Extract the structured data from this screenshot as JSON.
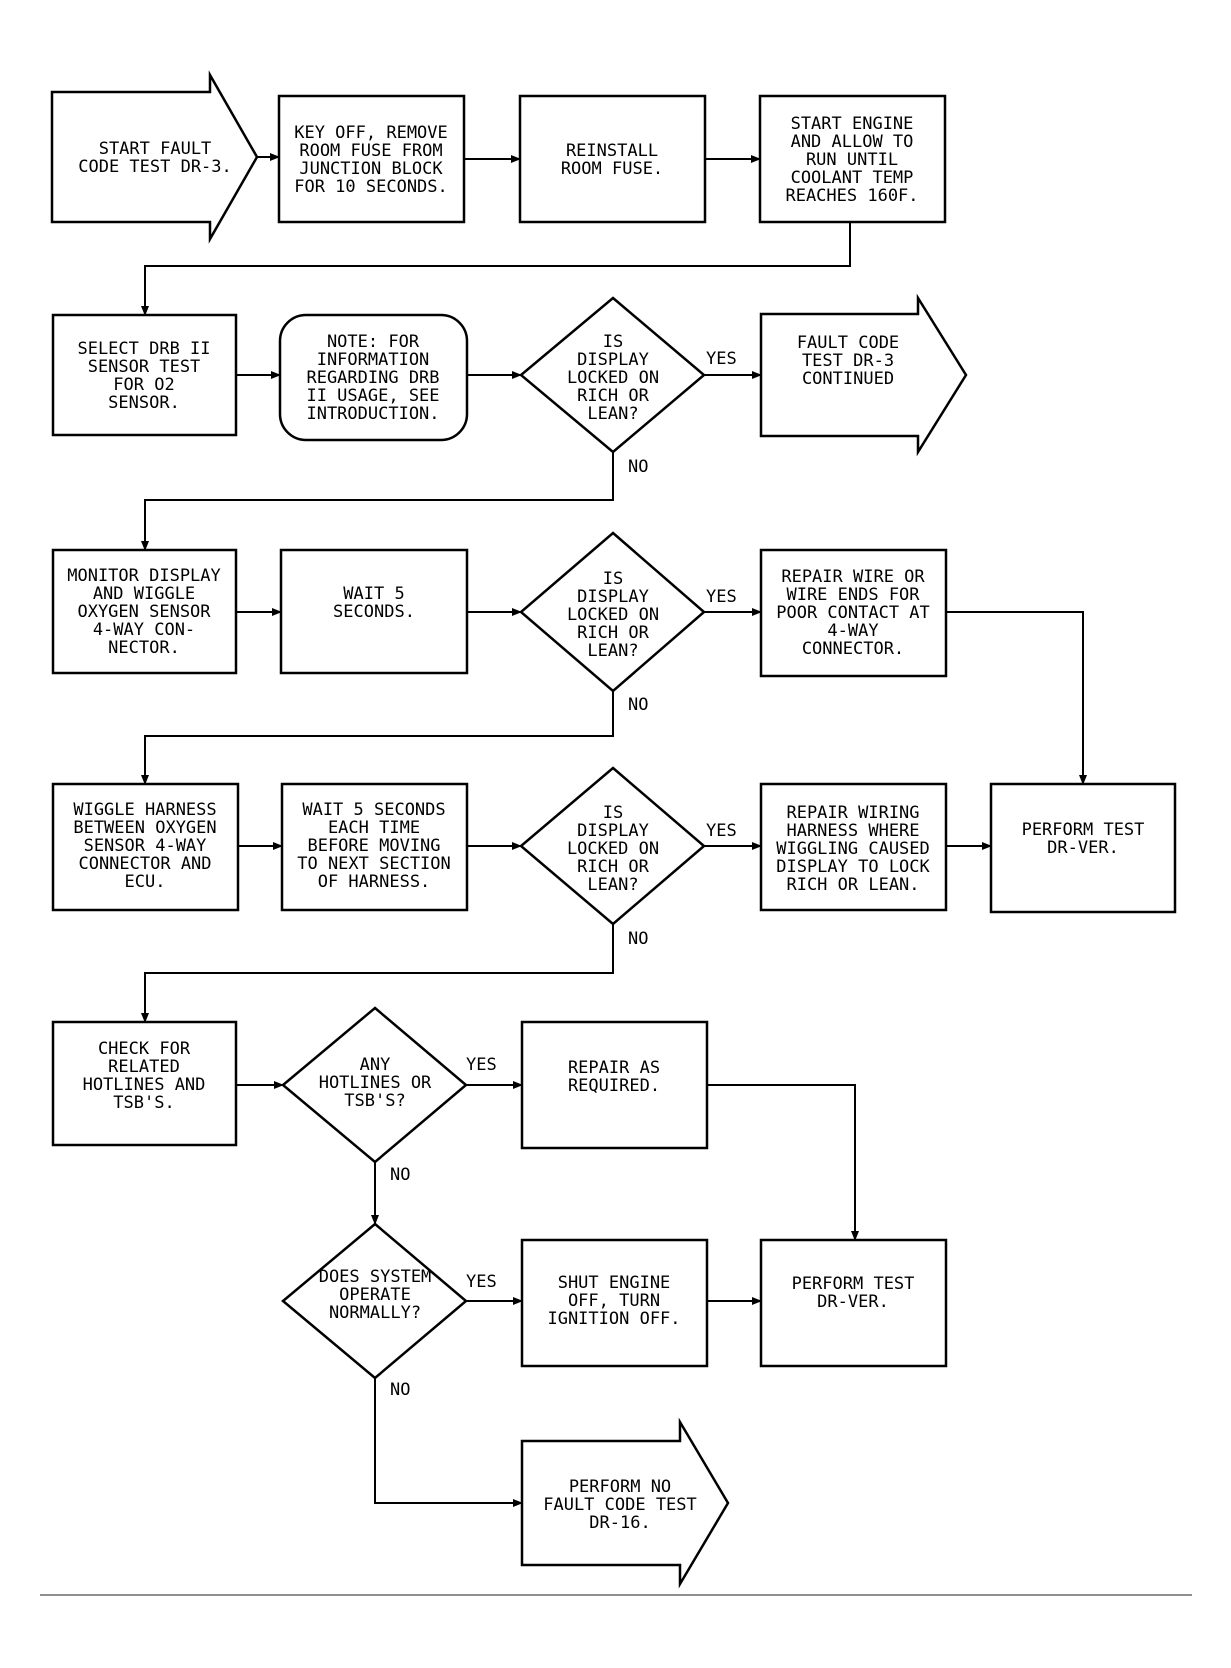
{
  "nodes": {
    "start": {
      "lines": [
        "START FAULT",
        "CODE TEST DR-3."
      ]
    },
    "key_off": {
      "lines": [
        "KEY OFF, REMOVE",
        "ROOM FUSE FROM",
        "JUNCTION BLOCK",
        "FOR 10 SECONDS."
      ]
    },
    "reinstall": {
      "lines": [
        "REINSTALL",
        "ROOM FUSE."
      ]
    },
    "start_engine": {
      "lines": [
        "START ENGINE",
        "AND ALLOW TO",
        "RUN UNTIL",
        "COOLANT TEMP",
        "REACHES 160F."
      ]
    },
    "select_drb": {
      "lines": [
        "SELECT DRB II",
        "SENSOR TEST",
        "FOR O2",
        "SENSOR."
      ]
    },
    "note": {
      "lines": [
        "NOTE: FOR",
        "INFORMATION",
        "REGARDING DRB",
        "II USAGE, SEE",
        "INTRODUCTION."
      ]
    },
    "dec1": {
      "lines": [
        "IS",
        "DISPLAY",
        "LOCKED ON",
        "RICH OR",
        "LEAN?"
      ]
    },
    "continued": {
      "lines": [
        "FAULT CODE",
        "TEST DR-3",
        "CONTINUED"
      ]
    },
    "monitor": {
      "lines": [
        "MONITOR DISPLAY",
        "AND WIGGLE",
        "OXYGEN SENSOR",
        "4-WAY CON-",
        "NECTOR."
      ]
    },
    "wait5": {
      "lines": [
        "WAIT 5",
        "SECONDS."
      ]
    },
    "dec2": {
      "lines": [
        "IS",
        "DISPLAY",
        "LOCKED ON",
        "RICH OR",
        "LEAN?"
      ]
    },
    "repair_wire": {
      "lines": [
        "REPAIR WIRE OR",
        "WIRE ENDS FOR",
        "POOR CONTACT AT",
        "4-WAY",
        "CONNECTOR."
      ]
    },
    "wiggle": {
      "lines": [
        "WIGGLE HARNESS",
        "BETWEEN OXYGEN",
        "SENSOR 4-WAY",
        "CONNECTOR AND",
        "ECU."
      ]
    },
    "wait_each": {
      "lines": [
        "WAIT 5 SECONDS",
        "EACH TIME",
        "BEFORE MOVING",
        "TO NEXT SECTION",
        "OF HARNESS."
      ]
    },
    "dec3": {
      "lines": [
        "IS",
        "DISPLAY",
        "LOCKED ON",
        "RICH OR",
        "LEAN?"
      ]
    },
    "repair_harness": {
      "lines": [
        "REPAIR WIRING",
        "HARNESS WHERE",
        "WIGGLING CAUSED",
        "DISPLAY TO LOCK",
        "RICH OR LEAN."
      ]
    },
    "perform_ver1": {
      "lines": [
        "PERFORM TEST",
        "DR-VER."
      ]
    },
    "check": {
      "lines": [
        "CHECK FOR",
        "RELATED",
        "HOTLINES AND",
        "TSB'S."
      ]
    },
    "dec4": {
      "lines": [
        "ANY",
        "HOTLINES OR",
        "TSB'S?"
      ]
    },
    "repair_req": {
      "lines": [
        "REPAIR AS",
        "REQUIRED."
      ]
    },
    "dec5": {
      "lines": [
        "DOES SYSTEM",
        "OPERATE",
        "NORMALLY?"
      ]
    },
    "shut": {
      "lines": [
        "SHUT ENGINE",
        "OFF, TURN",
        "IGNITION OFF."
      ]
    },
    "perform_ver2": {
      "lines": [
        "PERFORM TEST",
        "DR-VER."
      ]
    },
    "perform_no": {
      "lines": [
        "PERFORM NO",
        "FAULT CODE TEST",
        "DR-16."
      ]
    }
  },
  "labels": {
    "yes1": "YES",
    "no1": "NO",
    "yes2": "YES",
    "no2": "NO",
    "yes3": "YES",
    "no3": "NO",
    "yes4": "YES",
    "no4": "NO",
    "yes5": "YES",
    "no5": "NO"
  }
}
